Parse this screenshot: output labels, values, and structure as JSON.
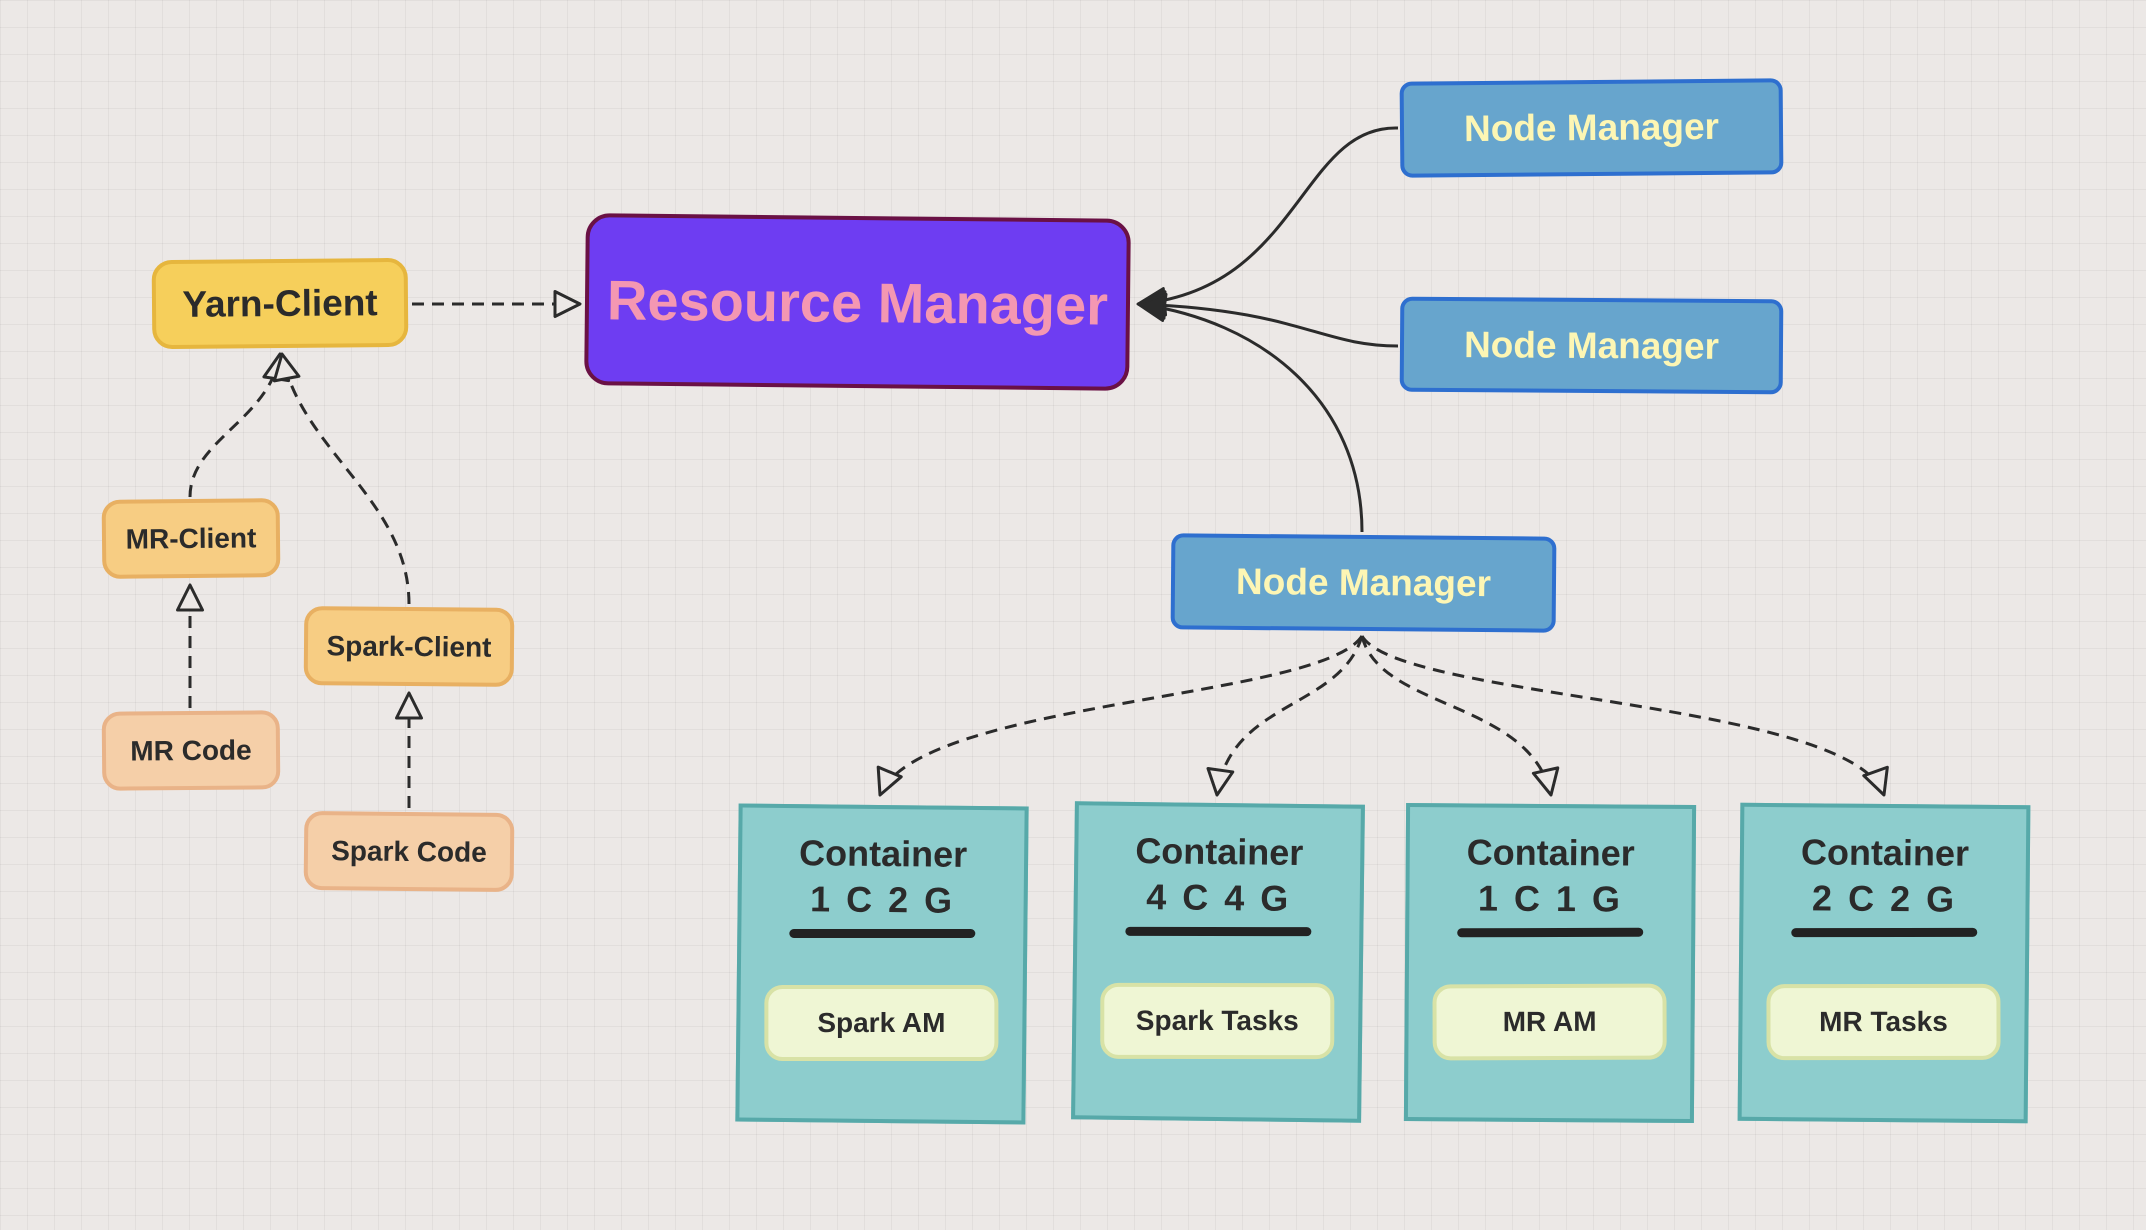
{
  "diagram": {
    "yarn_client": "Yarn-Client",
    "resource_manager": "Resource Manager",
    "node_managers": [
      "Node Manager",
      "Node Manager",
      "Node Manager"
    ],
    "clients": {
      "mr_client": "MR-Client",
      "spark_client": "Spark-Client",
      "mr_code": "MR Code",
      "spark_code": "Spark Code"
    },
    "containers": [
      {
        "title": "Container",
        "spec": "1 C 2 G",
        "role": "Spark AM"
      },
      {
        "title": "Container",
        "spec": "4 C 4 G",
        "role": "Spark Tasks"
      },
      {
        "title": "Container",
        "spec": "1 C 1 G",
        "role": "MR AM"
      },
      {
        "title": "Container",
        "spec": "2 C 2 G",
        "role": "MR Tasks"
      }
    ]
  },
  "colors": {
    "yarn_client_fill": "#f6cf5b",
    "resource_manager_fill": "#6e3df2",
    "resource_manager_text": "#f497b2",
    "node_manager_fill": "#67a5cd",
    "node_manager_text": "#fdf6b4",
    "client_fill": "#f7cd83",
    "code_fill": "#f5cfa8",
    "container_fill": "#8dcdcd",
    "role_chip_fill": "#eff6d4",
    "connector": "#2b2b2b"
  }
}
